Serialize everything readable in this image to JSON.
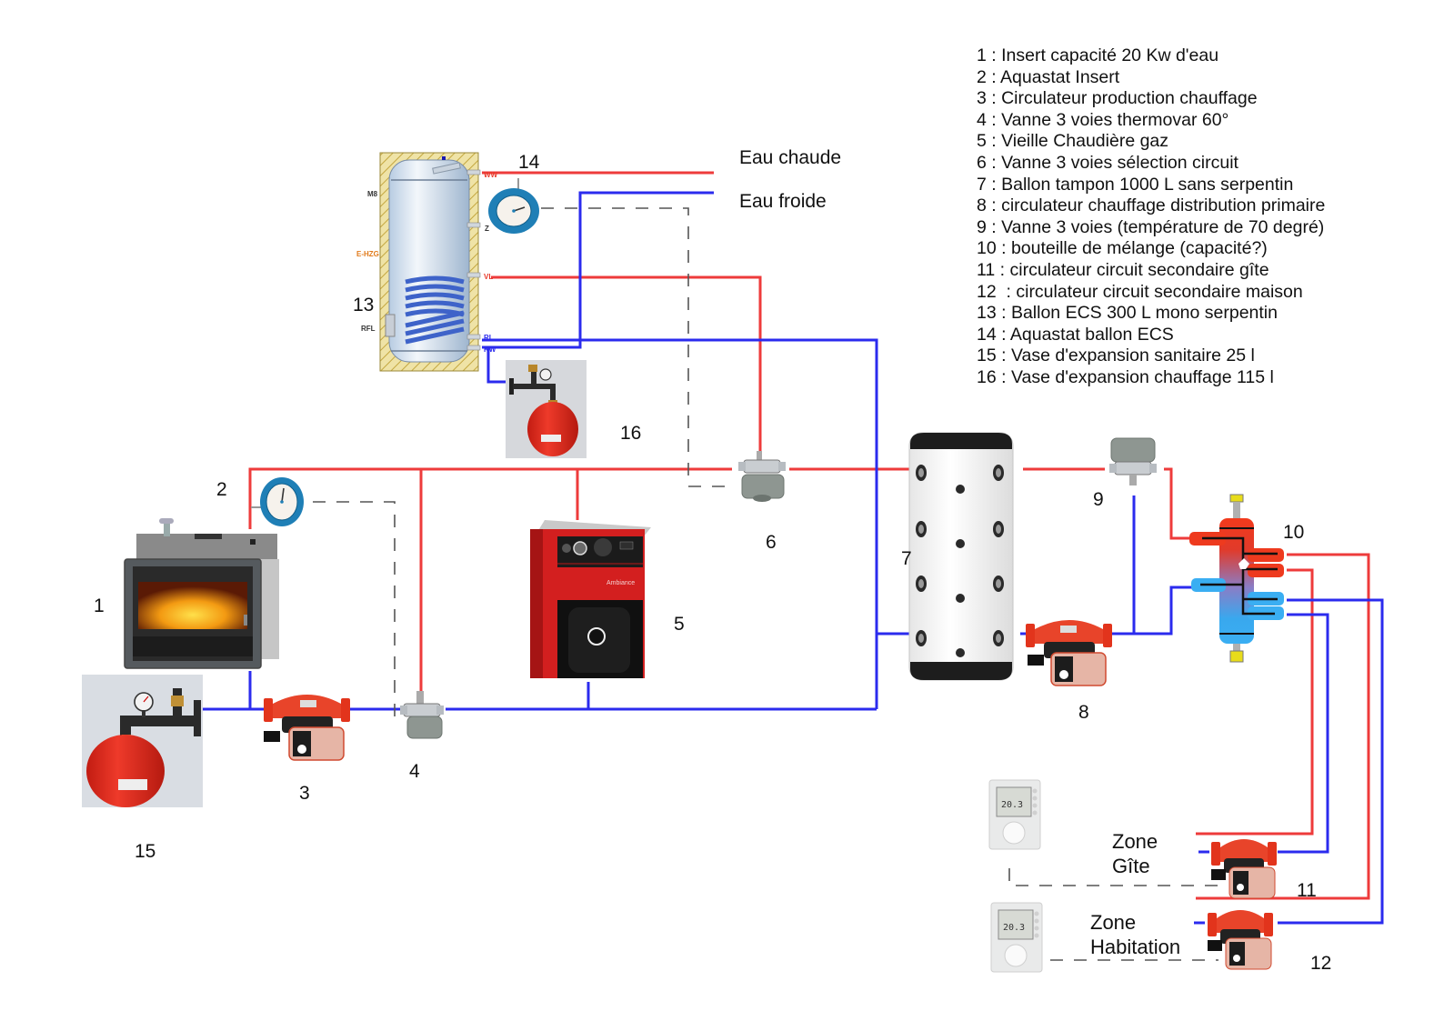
{
  "legend": [
    "1 : Insert capacité 20 Kw d'eau",
    "2 : Aquastat Insert",
    "3 : Circulateur production chauffage",
    "4 : Vanne 3 voies thermovar 60°",
    "5 : Vieille Chaudière gaz",
    "6 : Vanne 3 voies sélection circuit",
    "7 : Ballon tampon 1000 L sans serpentin",
    "8 : circulateur chauffage distribution primaire",
    "9 : Vanne 3 voies (température de 70 degré)",
    "10 : bouteille de mélange (capacité?)",
    "11 : circulateur circuit secondaire gîte",
    "12  : circulateur circuit secondaire maison",
    "13 : Ballon ECS 300 L mono serpentin",
    "14 : Aquastat ballon ECS",
    "15 : Vase d'expansion sanitaire 25 l",
    "16 : Vase d'expansion chauffage 115 l"
  ],
  "numbers": {
    "n1": "1",
    "n2": "2",
    "n3": "3",
    "n4": "4",
    "n5": "5",
    "n6": "6",
    "n7": "7",
    "n8": "8",
    "n9": "9",
    "n10": "10",
    "n11": "11",
    "n12": "12",
    "n13": "13",
    "n14": "14",
    "n15": "15",
    "n16": "16"
  },
  "outlets": {
    "hot_water": "Eau chaude",
    "cold_water": "Eau froide"
  },
  "zones": {
    "gite_line1": "Zone",
    "gite_line2": "Gîte",
    "habitation_line1": "Zone",
    "habitation_line2": "Habitation"
  },
  "tank_ports": {
    "ww": "WW",
    "m": "M8",
    "z": "Z",
    "ehzg": "E-HZG",
    "vl": "VL",
    "rfl": "RFL",
    "rl": "RL",
    "kw": "KW"
  },
  "boiler_brand": "Ambiance",
  "thermostat_display": "20.3",
  "colors": {
    "hot_pipe": "#ee3b3b",
    "cold_pipe": "#2b2bee",
    "control_line": "#555555",
    "equipment_red": "#e0261e"
  }
}
